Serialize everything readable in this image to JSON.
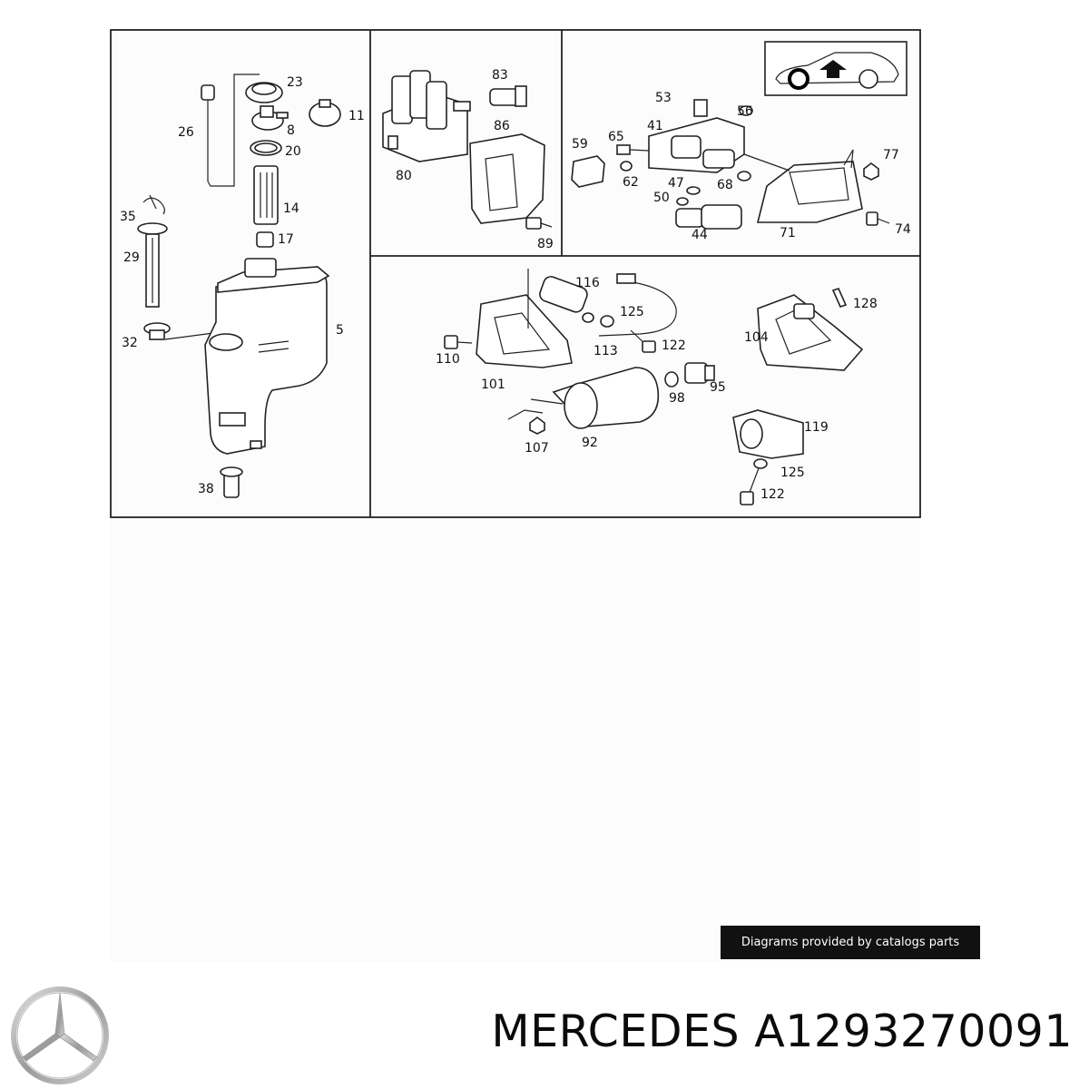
{
  "diagram": {
    "callouts": {
      "c26": "26",
      "c23": "23",
      "c8": "8",
      "c20": "20",
      "c11": "11",
      "c14": "14",
      "c17": "17",
      "c35": "35",
      "c29": "29",
      "c32": "32",
      "c5": "5",
      "c38": "38",
      "c83": "83",
      "c86": "86",
      "c80": "80",
      "c89": "89",
      "c53": "53",
      "c56": "56",
      "c65": "65",
      "c41": "41",
      "c59": "59",
      "c62": "62",
      "c47": "47",
      "c68": "68",
      "c50": "50",
      "c77": "77",
      "c44": "44",
      "c71": "71",
      "c74": "74",
      "c116": "116",
      "c125a": "125",
      "c113": "113",
      "c122a": "122",
      "c110": "110",
      "c101": "101",
      "c98": "98",
      "c95": "95",
      "c107": "107",
      "c92": "92",
      "c104": "104",
      "c128": "128",
      "c119": "119",
      "c125b": "125",
      "c122b": "122"
    }
  },
  "credit": {
    "text": "Diagrams provided by catalogs parts"
  },
  "title": {
    "text": "MERCEDES A1293270091"
  },
  "logo": {
    "icon": "mercedes-star-icon"
  }
}
